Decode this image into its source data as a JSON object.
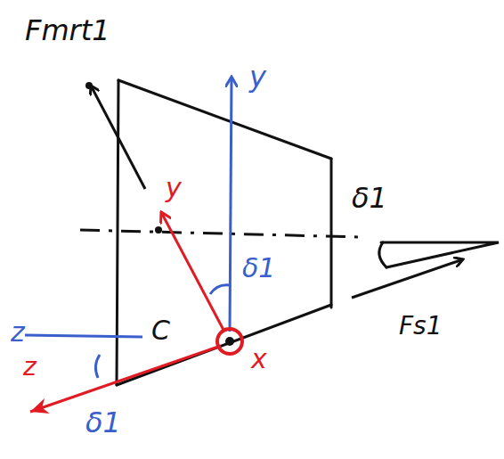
{
  "diagram": {
    "labels": [
      "Fmrt1",
      "y",
      "δ1",
      "y",
      "δ1",
      "Fs1",
      "z",
      "C",
      "x",
      "z",
      "δ1"
    ]
  }
}
